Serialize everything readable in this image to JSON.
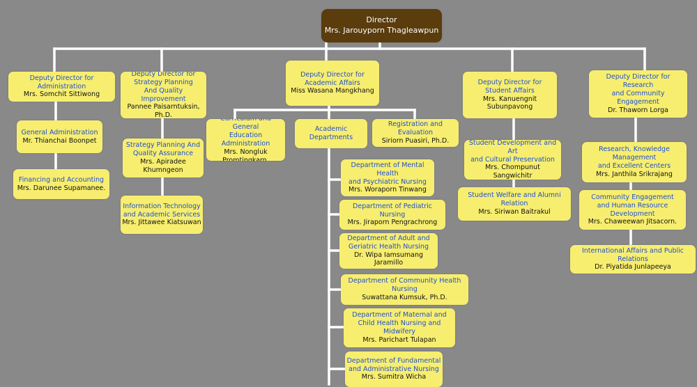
{
  "colors": {
    "background": "#898989",
    "box_fill": "#f7ee6f",
    "title_text": "#1f4fd1",
    "name_text": "#111111",
    "director_fill": "#5a3c0d",
    "connector": "#ffffff"
  },
  "director": {
    "title": "Director",
    "name": "Mrs. Jarouyporn Thagleawpun"
  },
  "deputies": {
    "administration": {
      "title": "Deputy Director for Administration",
      "name": "Mrs. Somchit Sittiwong"
    },
    "strategy": {
      "title": "Deputy Director for\nStrategy Planning\nAnd Quality Improvement",
      "name": "Pannee Paisarntuksin, Ph.D."
    },
    "academic": {
      "title": "Deputy Director for\nAcademic Affairs",
      "name": "Miss Wasana Mangkhang"
    },
    "student": {
      "title": "Deputy Director for\nStudent Affairs",
      "name": "Mrs. Kanuengnit Subunpavong"
    },
    "research": {
      "title": "Deputy Director for Research\nand Community Engagement",
      "name": "Dr. Thaworn Lorga"
    }
  },
  "administration_units": [
    {
      "title": "General Administration",
      "name": "Mr. Thianchai Boonpet"
    },
    {
      "title": "Financing and Accounting",
      "name": "Mrs. Darunee Supamanee."
    }
  ],
  "strategy_units": [
    {
      "title": "Strategy Planning And\nQuality Assurance",
      "name": "Mrs. Apiradee Khumngeon"
    },
    {
      "title": "Information Technology\nand Academic Services",
      "name": "Mrs. Jittawee Kiatsuwan"
    }
  ],
  "academic_units": {
    "curriculum": {
      "title": "Curriculum and General\nEducation Administration",
      "name": "Mrs. Nongluk Promtingkarn."
    },
    "departments": {
      "title": "Academic Departments"
    },
    "registration": {
      "title": "Registration and Evaluation",
      "name": "Siriorn Puasiri, Ph.D."
    }
  },
  "departments": [
    {
      "title": "Department of Mental Health\nand Psychiatric Nursing",
      "name": "Mrs. Woraporn Tinwang"
    },
    {
      "title": "Department of Pediatric Nursing",
      "name": "Mrs. Jiraporn Pengrachrong"
    },
    {
      "title": "Department of Adult and\nGeriatric Health Nursing",
      "name": "Dr. Wipa Iamsumang Jaramillo"
    },
    {
      "title": "Department of Community Health Nursing",
      "name": "Suwattana Kumsuk, Ph.D."
    },
    {
      "title": "Department of Maternal and\nChild Health Nursing and Midwifery",
      "name": "Mrs. Parichart Tulapan"
    },
    {
      "title": "Department of Fundamental\nand Administrative Nursing",
      "name": "Mrs. Sumitra Wicha"
    }
  ],
  "student_units": [
    {
      "title": "Student Development and Art\nand Cultural Preservation",
      "name": "Mrs. Chompunut Sangwichitr"
    },
    {
      "title": "Student Welfare and Alumni Relation",
      "name": "Mrs. Siriwan Baitrakul"
    }
  ],
  "research_units": [
    {
      "title": "Research, Knowledge Management\nand Excellent Centers",
      "name": "Mrs. Janthila Srikrajang"
    },
    {
      "title": "Community Engagement\nand Human Resource Development",
      "name": "Mrs. Chaweewan Jitsacorn."
    },
    {
      "title": "International Affairs and Public Relations",
      "name": "Dr. Piyatida Junlapeeya"
    }
  ]
}
